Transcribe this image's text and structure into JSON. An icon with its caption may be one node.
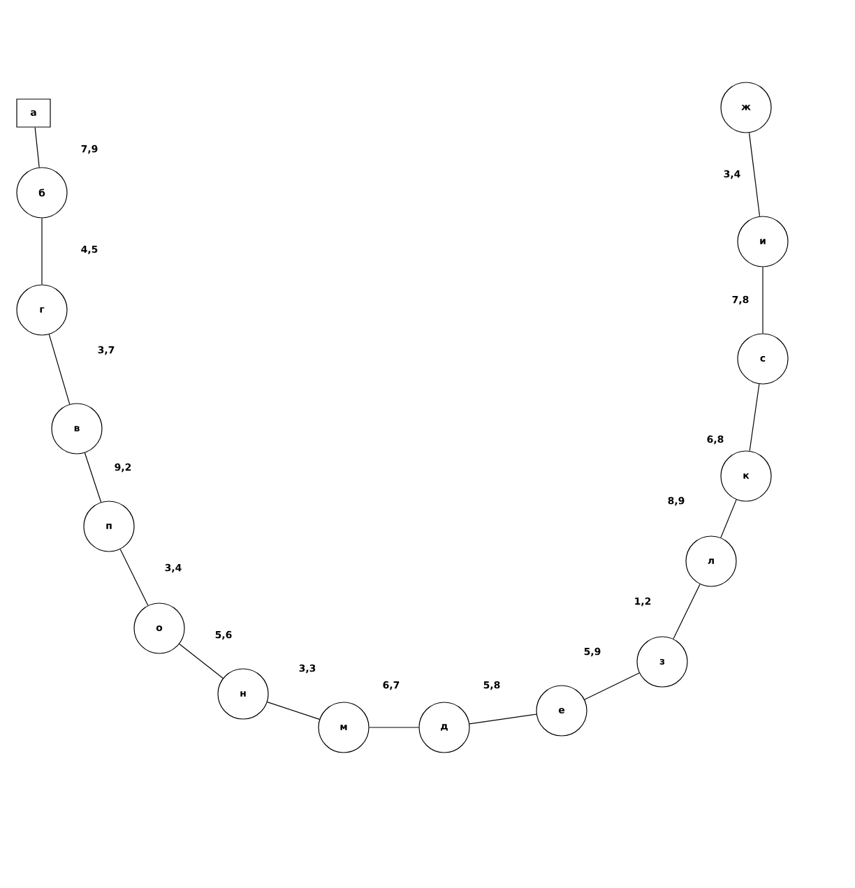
{
  "diagram": {
    "nodes": [
      {
        "text": [
          "а"
        ]
      },
      {
        "text": [
          "б"
        ]
      },
      {
        "text": [
          "г"
        ]
      },
      {
        "text": [
          "в"
        ]
      },
      {
        "text": [
          "п"
        ]
      },
      {
        "text": [
          "о"
        ]
      },
      {
        "text": [
          "н"
        ]
      },
      {
        "text": [
          "м"
        ]
      },
      {
        "text": [
          "д"
        ]
      },
      {
        "text": [
          "е"
        ]
      },
      {
        "text": [
          "з"
        ]
      },
      {
        "text": [
          "л"
        ]
      },
      {
        "text": [
          "к"
        ]
      },
      {
        "text": [
          "с"
        ]
      },
      {
        "text": [
          "и"
        ]
      },
      {
        "text": [
          "ж"
        ]
      }
    ],
    "edges": [
      {
        "from": 0,
        "to": 1,
        "arrow": "none",
        "label": "7,9"
      },
      {
        "from": 1,
        "to": 2,
        "arrow": "none",
        "label": "4,5"
      },
      {
        "from": 2,
        "to": 3,
        "arrow": "none",
        "label": "3,7"
      },
      {
        "from": 3,
        "to": 4,
        "arrow": "none",
        "label": "9,2"
      },
      {
        "from": 4,
        "to": 5,
        "arrow": "none",
        "label": "3,4"
      },
      {
        "from": 5,
        "to": 6,
        "arrow": "none",
        "label": "5,6"
      },
      {
        "from": 6,
        "to": 7,
        "arrow": "none",
        "label": "3,3"
      },
      {
        "from": 7,
        "to": 8,
        "arrow": "none",
        "label": "6,7"
      },
      {
        "from": 8,
        "to": 9,
        "arrow": "none",
        "label": "5,8"
      },
      {
        "from": 9,
        "to": 10,
        "arrow": "none",
        "label": "5,9"
      },
      {
        "from": 10,
        "to": 11,
        "arrow": "none",
        "label": "1,2"
      },
      {
        "from": 11,
        "to": 12,
        "arrow": "none",
        "label": "8,9"
      },
      {
        "from": 12,
        "to": 13,
        "arrow": "none",
        "label": "6,8"
      },
      {
        "from": 13,
        "to": 14,
        "arrow": "none",
        "label": "7,8"
      },
      {
        "from": 14,
        "to": 15,
        "arrow": "none",
        "label": "3,4"
      }
    ]
  }
}
